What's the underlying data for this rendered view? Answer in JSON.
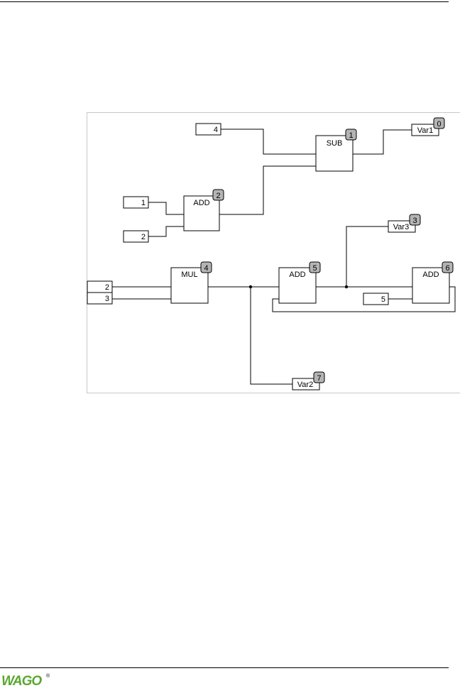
{
  "diagram": {
    "inputs": {
      "in_sub": "4",
      "in_add2_a": "1",
      "in_add2_b": "2",
      "in_mul_a": "2",
      "in_mul_b": "3",
      "in_add6": "5"
    },
    "blocks": {
      "sub": {
        "label": "SUB",
        "index": "1"
      },
      "add2": {
        "label": "ADD",
        "index": "2"
      },
      "mul": {
        "label": "MUL",
        "index": "4"
      },
      "add5": {
        "label": "ADD",
        "index": "5"
      },
      "add6": {
        "label": "ADD",
        "index": "6"
      }
    },
    "outputs": {
      "var1": {
        "label": "Var1",
        "index": "0"
      },
      "var3": {
        "label": "Var3",
        "index": "3"
      },
      "var2": {
        "label": "Var2",
        "index": "7"
      }
    }
  },
  "footer": {
    "logo_text": "WAGO",
    "logo_mark": "®",
    "logo_color": "#5aa830"
  }
}
